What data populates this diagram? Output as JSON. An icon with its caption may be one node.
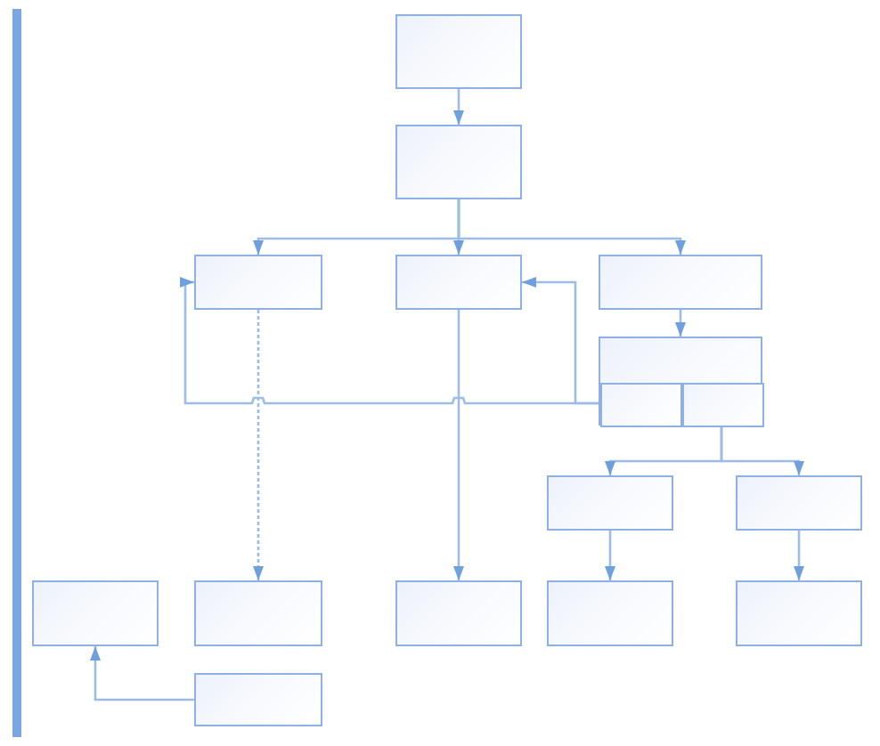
{
  "diagram": {
    "nodes": [
      {
        "text": [],
        "shape": "box"
      },
      {
        "text": [],
        "shape": "box"
      },
      {
        "text": [],
        "shape": "box"
      },
      {
        "text": [],
        "shape": "box"
      },
      {
        "text": [],
        "shape": "box"
      },
      {
        "text": [],
        "shape": "box"
      },
      {
        "text": [],
        "shape": "box",
        "in": 5
      },
      {
        "text": [],
        "shape": "box",
        "in": 5
      },
      {
        "text": [],
        "shape": "box"
      },
      {
        "text": [],
        "shape": "box"
      },
      {
        "text": [],
        "shape": "box"
      },
      {
        "text": [],
        "shape": "box"
      },
      {
        "text": [],
        "shape": "box"
      },
      {
        "text": [],
        "shape": "box"
      },
      {
        "text": [],
        "shape": "box"
      },
      {
        "text": [],
        "shape": "box"
      }
    ],
    "edges": [
      {
        "from": 0,
        "to": 1,
        "arrow": "to"
      },
      {
        "from": 1,
        "to": 2,
        "arrow": "to"
      },
      {
        "from": 1,
        "to": 3,
        "arrow": "to"
      },
      {
        "from": 1,
        "to": 4,
        "arrow": "to"
      },
      {
        "from": 4,
        "to": 5,
        "arrow": "to"
      },
      {
        "from": 6,
        "to": 2,
        "arrow": "to"
      },
      {
        "from": 6,
        "to": 3,
        "arrow": "to"
      },
      {
        "from": 2,
        "to": 11,
        "arrow": "to",
        "style": "dashed"
      },
      {
        "from": 3,
        "to": 12,
        "arrow": "to"
      },
      {
        "from": 7,
        "to": 8,
        "arrow": "to"
      },
      {
        "from": 7,
        "to": 9,
        "arrow": "to"
      },
      {
        "from": 8,
        "to": 13,
        "arrow": "to"
      },
      {
        "from": 9,
        "to": 14,
        "arrow": "to"
      },
      {
        "from": 15,
        "to": 10,
        "arrow": "to"
      }
    ]
  }
}
